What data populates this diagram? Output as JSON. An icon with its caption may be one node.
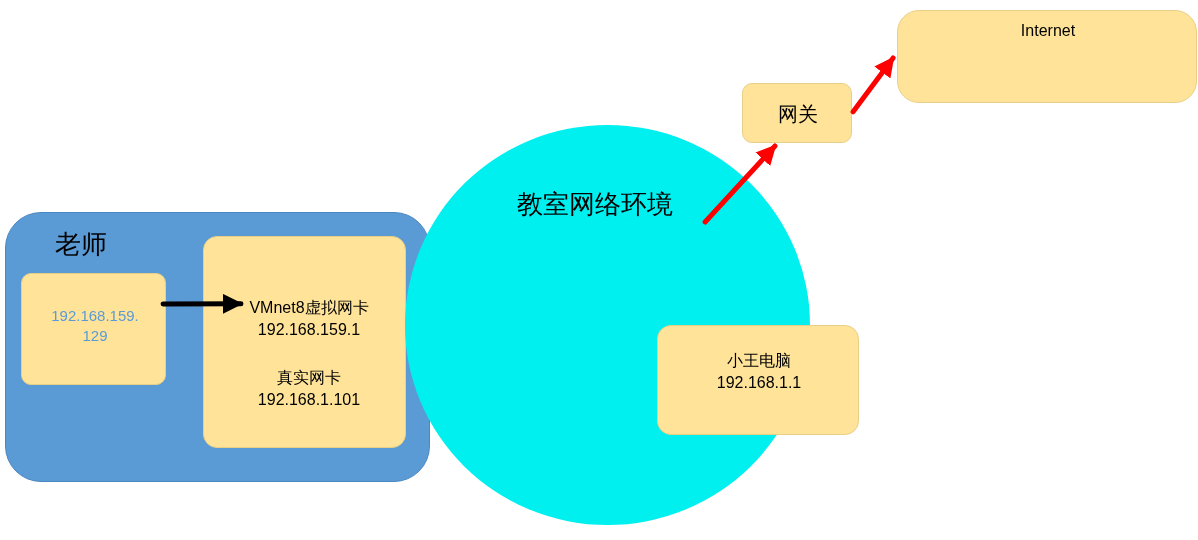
{
  "diagram": {
    "nodes": [
      {
        "text": [
          "老师"
        ]
      },
      {
        "text": [
          "192.168.159.129"
        ],
        "in": 0
      },
      {
        "text": [
          "VMnet8虚拟网卡 192.168.159.1",
          "真实网卡 192.168.1.101"
        ],
        "in": 0
      },
      {
        "text": [
          "教室网络环境"
        ]
      },
      {
        "text": [
          "小王电脑 192.168.1.1"
        ]
      },
      {
        "text": [
          "网关"
        ]
      },
      {
        "text": [
          "Internet"
        ]
      }
    ],
    "edges": [
      {
        "from": 1,
        "to": 2,
        "arrow": "to",
        "color": "#000000"
      },
      {
        "from": 3,
        "to": 5,
        "arrow": "to",
        "color": "#ff0000"
      },
      {
        "from": 5,
        "to": 6,
        "arrow": "to",
        "color": "#ff0000"
      }
    ]
  }
}
